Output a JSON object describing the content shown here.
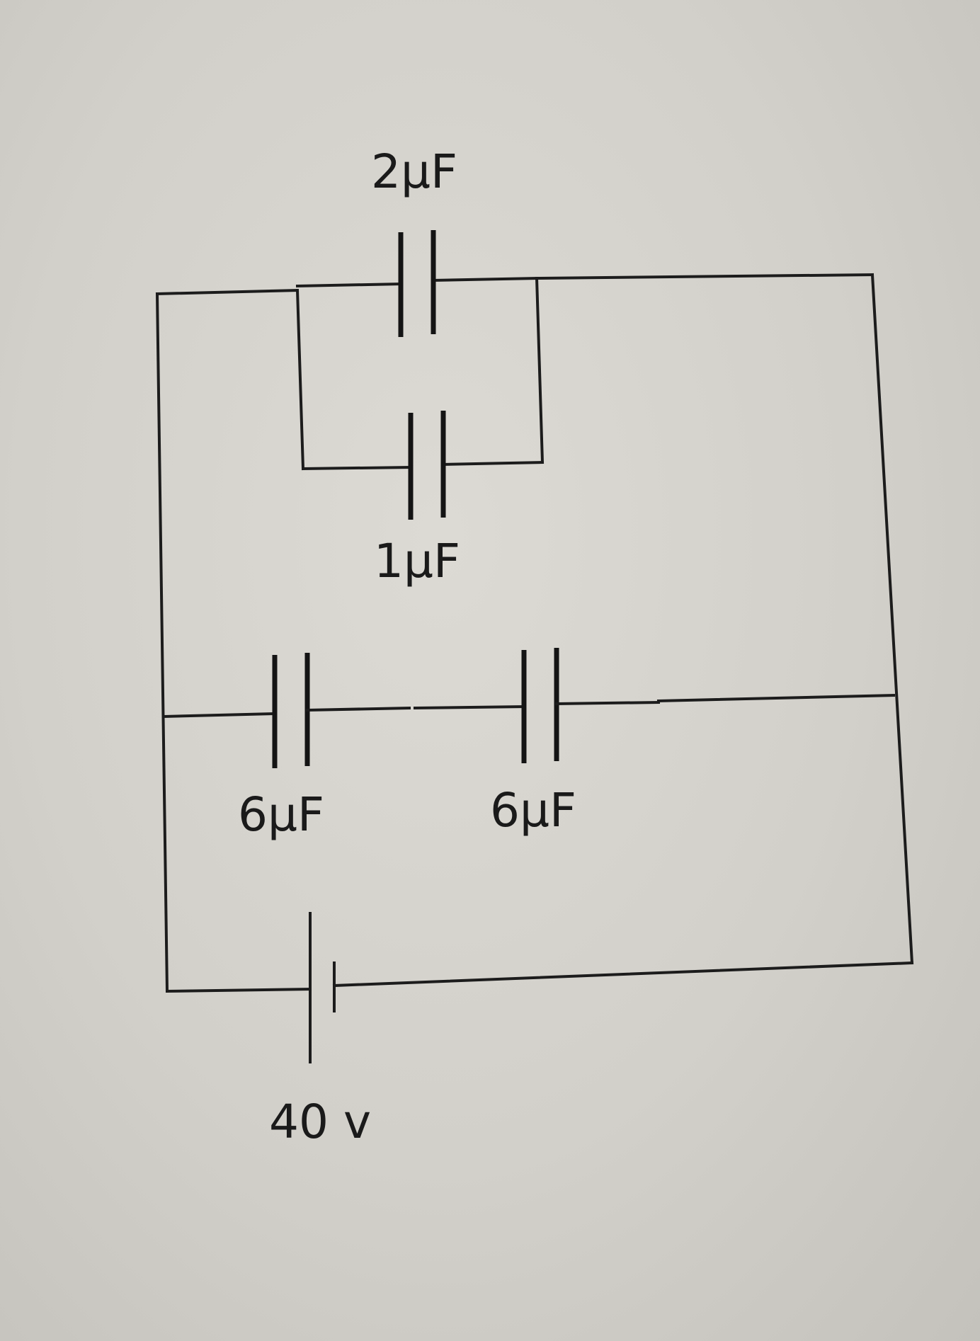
{
  "diagram": {
    "type": "circuit",
    "components": [
      {
        "id": "c-top",
        "kind": "capacitor",
        "label": "2μF"
      },
      {
        "id": "c-inner",
        "kind": "capacitor",
        "label": "1μF"
      },
      {
        "id": "c-left",
        "kind": "capacitor",
        "label": "6μF"
      },
      {
        "id": "c-right",
        "kind": "capacitor",
        "label": "6μF"
      },
      {
        "id": "battery",
        "kind": "battery",
        "label": "40 v"
      }
    ],
    "connections": [
      "2μF and 1μF in parallel, between left rail and right rail (top branch)",
      "6μF and 6μF in series, between left rail and right rail (middle branch)",
      "40 v battery between left rail and right rail (bottom branch)"
    ]
  },
  "labels": {
    "cap_top": "2μF",
    "cap_inner": "1μF",
    "cap_left": "6μF",
    "cap_right": "6μF",
    "battery": "40 v"
  },
  "colors": {
    "ink": "#1c1c1c",
    "paper": "#d6d4ce"
  }
}
